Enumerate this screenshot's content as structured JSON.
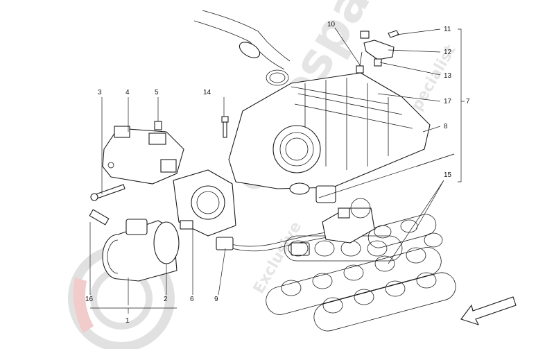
{
  "diagram": {
    "callouts": {
      "c1": "1",
      "c2": "2",
      "c3": "3",
      "c4": "4",
      "c5": "5",
      "c6": "6",
      "c7": "7",
      "c8": "8",
      "c9": "9",
      "c10": "10",
      "c11": "11",
      "c12": "12",
      "c13": "13",
      "c14": "14",
      "c15": "15",
      "c16": "16",
      "c17": "17"
    }
  },
  "watermark": {
    "brand": "eurospares",
    "tagline_1": "Exclusive",
    "tagline_2": "Specialist",
    "color": "#e8a0a0"
  },
  "colors": {
    "line": "#1a1a1a",
    "background": "#ffffff",
    "watermark_gray": "#c8c8c8"
  }
}
